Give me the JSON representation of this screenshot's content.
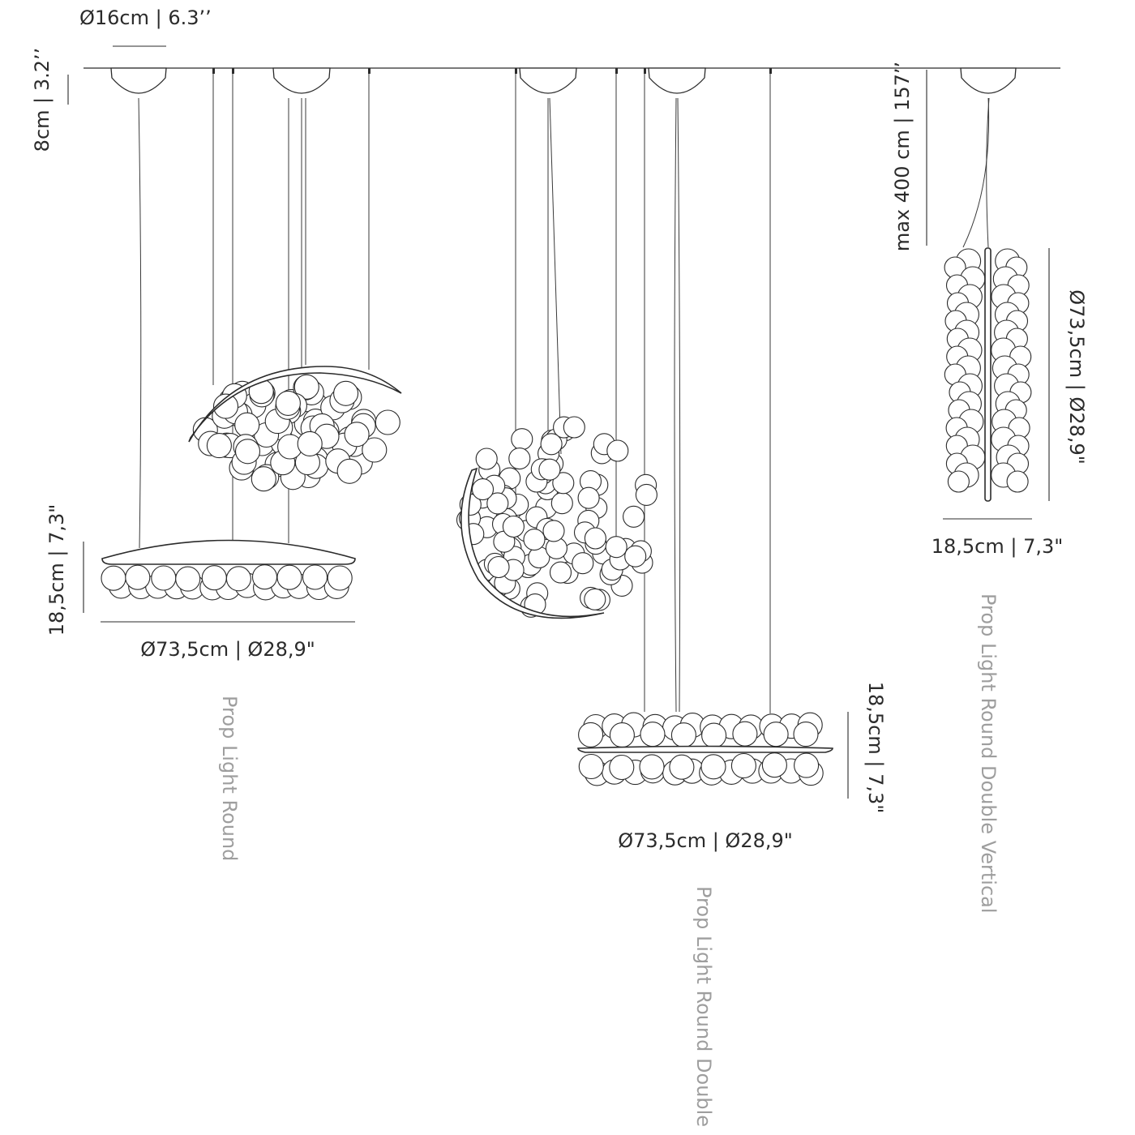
{
  "dimensions": {
    "canopy_diameter": "Ø16cm | 6.3’’",
    "canopy_height": "8cm | 3.2’’",
    "max_length": "max 400 cm | 157’’",
    "round_height": "18,5cm | 7,3\"",
    "round_diameter": "Ø73,5cm | Ø28,9\"",
    "double_height": "18,5cm | 7,3\"",
    "double_diameter": "Ø73,5cm | Ø28,9\"",
    "vertical_diameter": "Ø73,5cm | Ø28,9\"",
    "vertical_depth": "18,5cm | 7,3\""
  },
  "products": {
    "round": "Prop Light Round",
    "double": "Prop Light Round Double",
    "vertical": "Prop Light Round Double Vertical"
  },
  "colors": {
    "line": "#2b2b2b",
    "label_gray": "#9e9e9e"
  }
}
